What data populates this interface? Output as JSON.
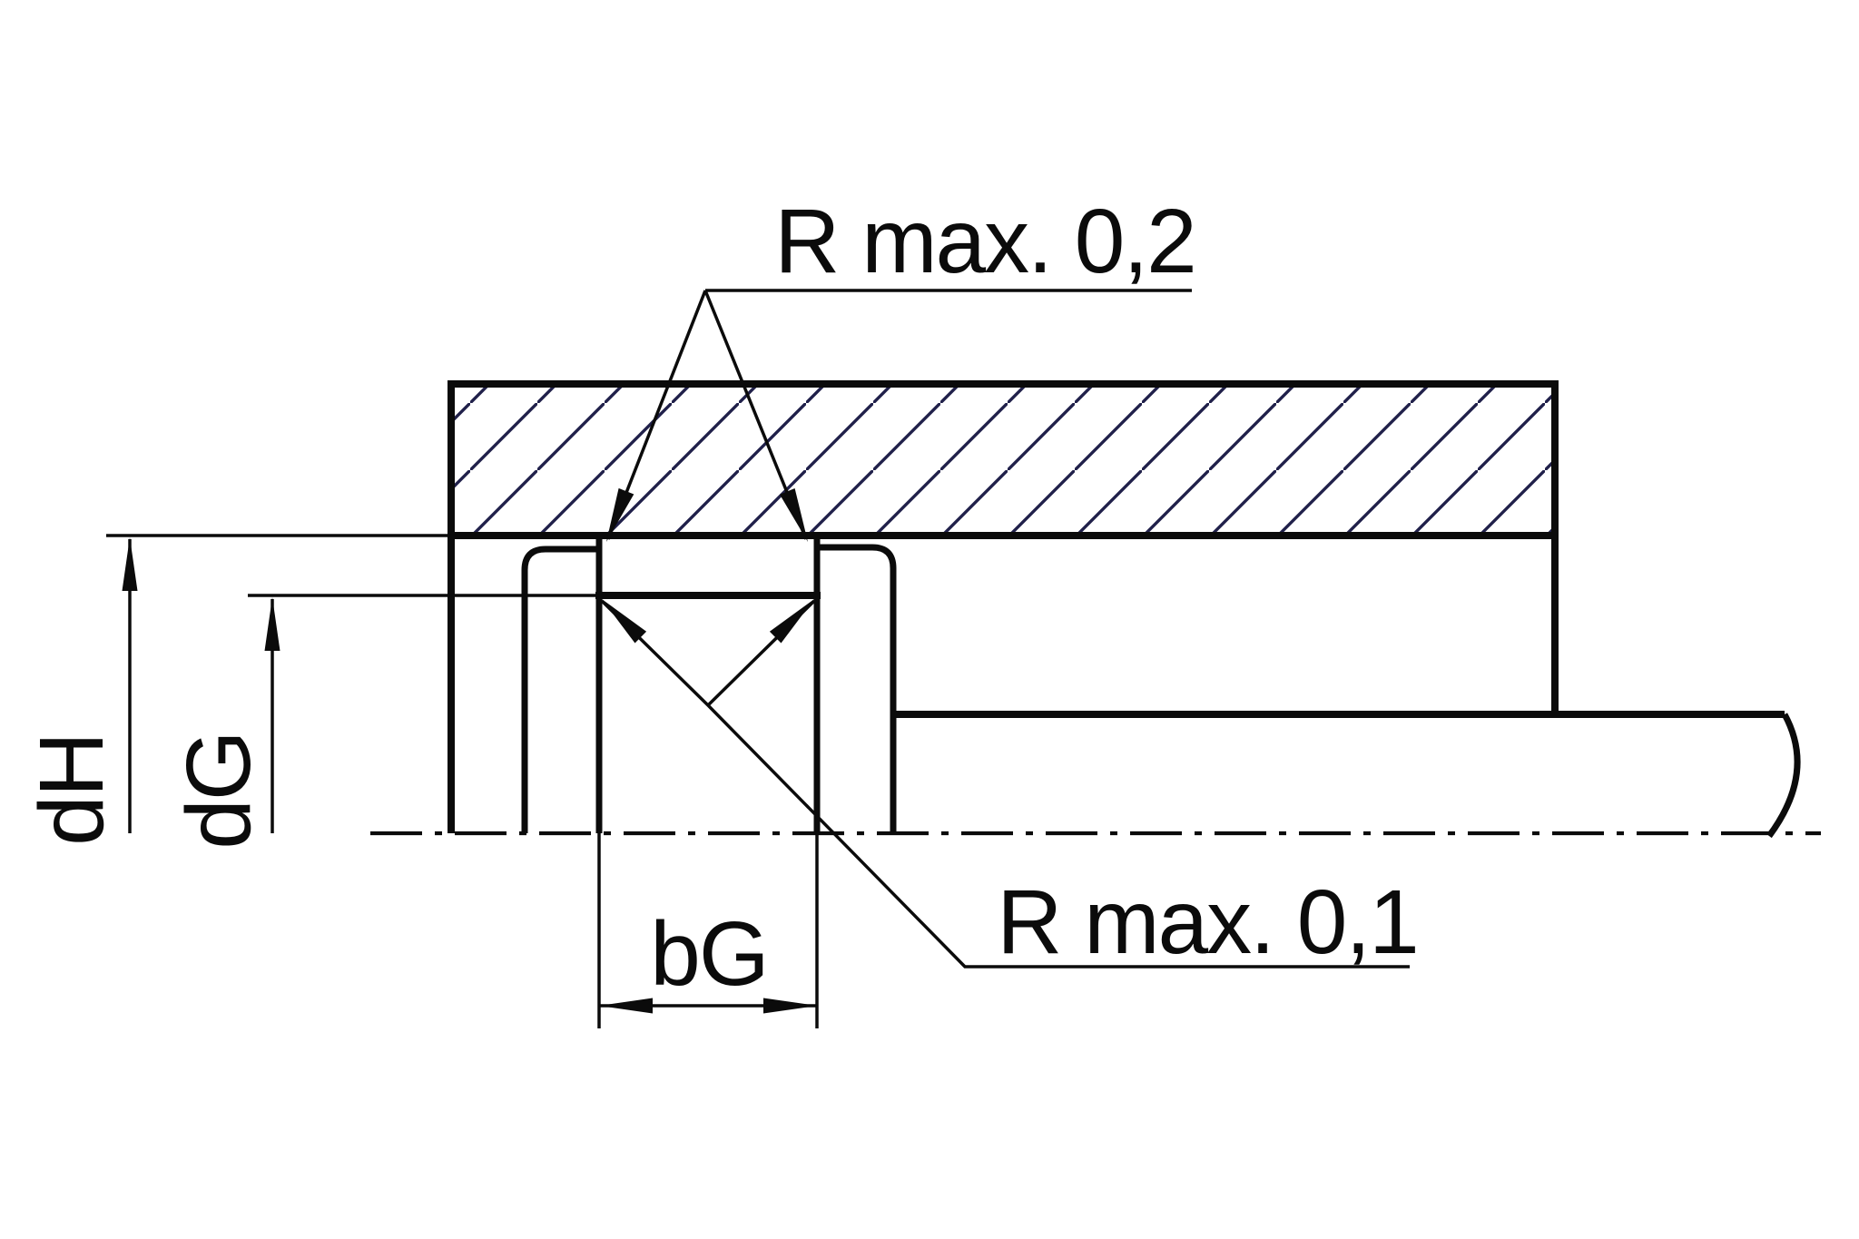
{
  "labels": {
    "radius_top": "R max. 0,2",
    "radius_bottom": "R max. 0,1",
    "bore_diameter": "dH",
    "groove_diameter": "dG",
    "groove_width": "bG"
  },
  "colors": {
    "line": "#0b0b0b",
    "hatch": "#20204a",
    "background": "#ffffff"
  }
}
